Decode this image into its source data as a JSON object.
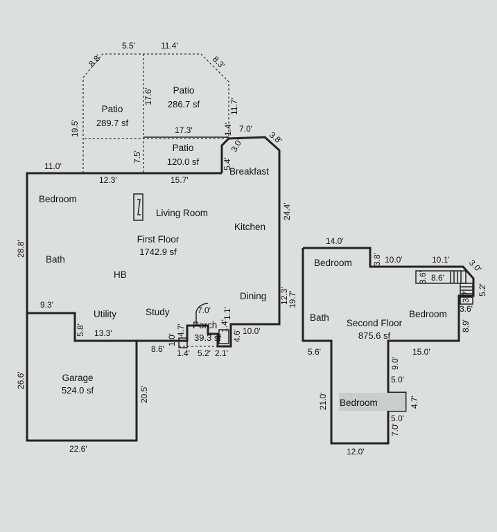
{
  "first_floor": {
    "name": "First Floor",
    "area": "1742.9 sf",
    "rooms": {
      "bedroom": "Bedroom",
      "bath": "Bath",
      "hb": "HB",
      "utility": "Utility",
      "study": "Study",
      "living": "Living Room",
      "kitchen": "Kitchen",
      "breakfast": "Breakfast",
      "dining": "Dining"
    }
  },
  "garage": {
    "name": "Garage",
    "area": "524.0 sf"
  },
  "porch": {
    "name": "Porch",
    "area": "39.3 sf"
  },
  "patio_left": {
    "name": "Patio",
    "area": "289.7 sf"
  },
  "patio_right": {
    "name": "Patio",
    "area": "286.7 sf"
  },
  "patio_small": {
    "name": "Patio",
    "area": "120.0 sf"
  },
  "second_floor": {
    "name": "Second Floor",
    "area": "875.6 sf",
    "rooms": {
      "bedroom_top": "Bedroom",
      "bedroom_right": "Bedroom",
      "bedroom_bottom": "Bedroom",
      "bath": "Bath"
    }
  },
  "dimensions": {
    "d_5_5": "5.5'",
    "d_11_4": "11.4'",
    "d_8_8": "8.8'",
    "d_8_3": "8.3'",
    "d_19_5": "19.5'",
    "d_17_6": "17.6'",
    "d_11_7": "11.7'",
    "d_17_3": "17.3'",
    "d_1_4a": "1.4'",
    "d_7_0a": "7.0'",
    "d_3_8": "3.8'",
    "d_7_5": "7.5'",
    "d_5_4": "5.4'",
    "d_3_0a": "3.0'",
    "d_11_0": "11.0'",
    "d_12_3a": "12.3'",
    "d_15_7": "15.7'",
    "d_24_4": "24.4'",
    "d_28_8": "28.8'",
    "d_9_3": "9.3'",
    "d_5_8": "5.8'",
    "d_13_3": "13.3'",
    "d_12_3b": "12.3'",
    "d_19_7": "19.7'",
    "d_10_0a": "10.0'",
    "d_7_0b": "7.0'",
    "d_4_7a": "4.7'",
    "d_1_0": "1.0'",
    "d_8_6a": "8.6'",
    "d_1_4b": "1.4'",
    "d_5_2a": "5.2'",
    "d_2_1": "2.1'",
    "d_4_6": "4.6'",
    "d_1_4c": "1.4'",
    "d_1_1": "1.1'",
    "d_26_6": "26.6'",
    "d_20_5": "20.5'",
    "d_22_6": "22.6'",
    "d_14_0": "14.0'",
    "d_3_8b": "3.8'",
    "d_10_0b": "10.0'",
    "d_10_1": "10.1'",
    "d_3_0b": "3.0'",
    "d_5_2b": "5.2'",
    "d_3_6a": "3.6'",
    "d_8_6b": "8.6'",
    "d_3_7": "3.7'",
    "d_3_6b": "3.6'",
    "d_8_9": "8.9'",
    "d_15_0": "15.0'",
    "d_5_6": "5.6'",
    "d_9_0": "9.0'",
    "d_5_0a": "5.0'",
    "d_21_0": "21.0'",
    "d_4_7b": "4.7'",
    "d_5_0b": "5.0'",
    "d_7_0c": "7.0'",
    "d_12_0": "12.0'"
  }
}
